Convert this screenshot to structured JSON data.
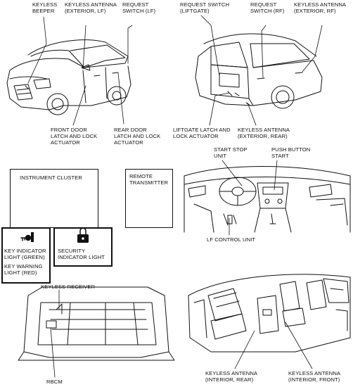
{
  "labels": {
    "keyless_beeper": "KEYLESS\nBEEPER",
    "keyless_antenna_ext_lf": "KEYLESS ANTENNA\n(EXTERIOR, LF)",
    "request_switch_lf": "REQUEST\nSWITCH (LF)",
    "request_switch_liftgate": "REQUEST SWITCH\n(LIFTGATE)",
    "request_switch_rf": "REQUEST\nSWITCH (RF)",
    "keyless_antenna_ext_rf": "KEYLESS ANTENNA\n(EXTERIOR, RF)",
    "front_door_latch": "FRONT DOOR\nLATCH AND LOCK\nACTUATOR",
    "rear_door_latch": "REAR DOOR\nLATCH AND LOCK\nACTUATOR",
    "liftgate_latch": "LIFTGATE LATCH AND\nLOCK ACTUATOR",
    "keyless_antenna_ext_rear": "KEYLESS ANTENNA\n(EXTERIOR, REAR)",
    "instrument_cluster": "INSTRUMENT CLUSTER",
    "remote_transmitter": "REMOTE\nTRANSMITTER",
    "start_stop_unit": "START STOP\nUNIT",
    "push_button_start": "PUSH BUTTON\nSTART",
    "key_indicator_light": "KEY INDICATOR\nLIGHT (GREEN)",
    "key_warning_light": "KEY WARNING\nLIGHT (RED)",
    "security_indicator_light": "SECURITY\nINDICATOR LIGHT",
    "lf_control_unit": "LF CONTROL UNIT",
    "keyless_receiver": "KEYLESS RECEIVER",
    "rbcm": "RBCM",
    "keyless_antenna_int_rear": "KEYLESS ANTENNA\n(INTERIOR, REAR)",
    "keyless_antenna_int_front": "KEYLESS ANTENNA\n(INTERIOR, FRONT)"
  },
  "icons": {
    "key_indicator": "key-icon",
    "security_indicator": "padlock-key-icon"
  },
  "colors": {
    "ink": "#111111",
    "background": "#ffffff"
  }
}
